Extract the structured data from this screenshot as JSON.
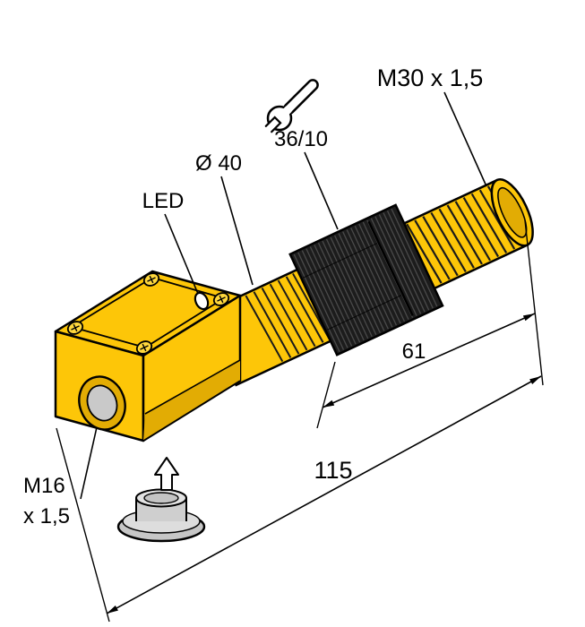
{
  "figure": {
    "type": "technical dimensional drawing",
    "subject": "Threaded barrel inductive sensor with terminal chamber housing",
    "background": "#FFFFFF"
  },
  "labels": {
    "thread_spec": "M30 x 1,5",
    "wrench_size": "36/10",
    "diameter": "Ø 40",
    "led": "LED",
    "length_thread": "61",
    "length_overall": "115",
    "gland_thread_line1": "M16",
    "gland_thread_line2": "x 1,5"
  },
  "colors": {
    "body_yellow": "#FDC608",
    "body_yellow_dark": "#E2AC04",
    "screw_yellow": "#FFD83D",
    "nut_black": "#1C1C1C",
    "knurl_line": "#4A4A4A",
    "plug_gray": "#C6C6C6",
    "plug_gray_light": "#DDDDDD",
    "outline": "#000000"
  }
}
